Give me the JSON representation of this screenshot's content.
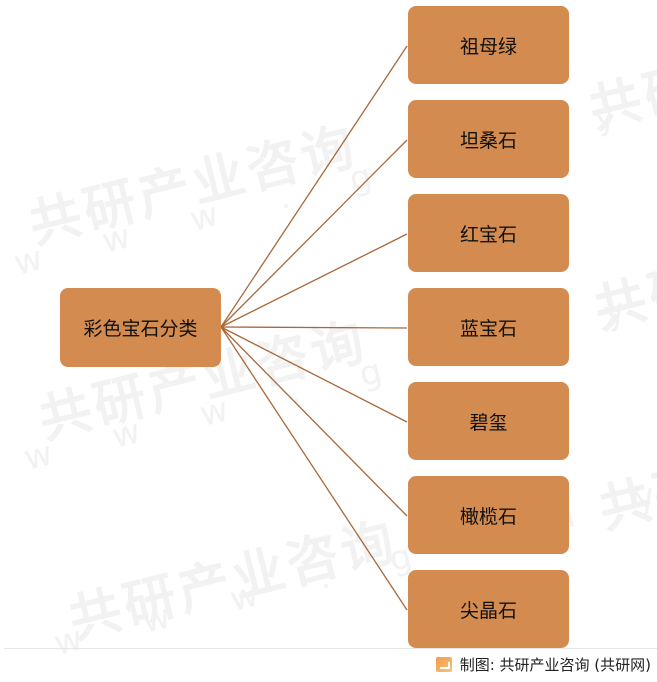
{
  "diagram": {
    "root": {
      "label": "彩色宝石分类"
    },
    "children": [
      {
        "label": "祖母绿"
      },
      {
        "label": "坦桑石"
      },
      {
        "label": "红宝石"
      },
      {
        "label": "蓝宝石"
      },
      {
        "label": "碧玺"
      },
      {
        "label": "橄榄石"
      },
      {
        "label": "尖晶石"
      }
    ],
    "colors": {
      "box_fill": "#d38b4f",
      "connector": "#a8683a",
      "text": "#111111"
    }
  },
  "watermark": {
    "brand": "共研产业咨询",
    "url": "w w w . g o n y n . c o m"
  },
  "footer": {
    "credit": "制图: 共研产业咨询 (共研网)"
  }
}
